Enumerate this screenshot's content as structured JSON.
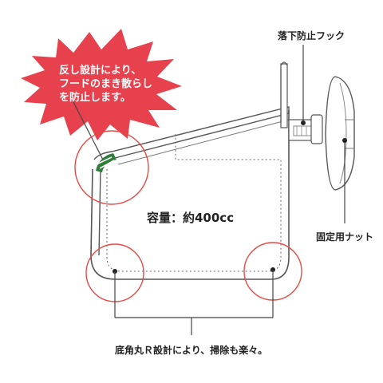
{
  "callouts": {
    "burst_lines": [
      "反し設計により、",
      "フードのまき散らし",
      "を防止します。"
    ],
    "hook_label": "落下防止フック",
    "nut_label": "固定用ナット",
    "capacity_label": "容量：約400cc",
    "bottom_label": "底角丸Ｒ設計により、掃除も楽々。"
  },
  "colors": {
    "burst_fill": "#e8414e",
    "highlight_circle": "#e34b45",
    "outline": "#555555",
    "stripe_green": "#2f7d3a"
  }
}
